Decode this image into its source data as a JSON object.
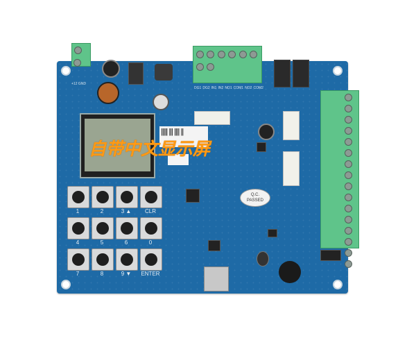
{
  "image": {
    "description": "Product photo of a blue controller PCB with LCD, 4x3 keypad, green screw terminals and relays",
    "background": "#ffffff",
    "pcb_color": "#1e6aa6"
  },
  "overlay_text": "自带中文显示屏",
  "keypad": {
    "keys": [
      {
        "label": "1"
      },
      {
        "label": "2"
      },
      {
        "label": "3 ▲"
      },
      {
        "label": "CLR"
      },
      {
        "label": "4"
      },
      {
        "label": "5"
      },
      {
        "label": "6"
      },
      {
        "label": "0"
      },
      {
        "label": "7"
      },
      {
        "label": "8"
      },
      {
        "label": "9 ▼"
      },
      {
        "label": "ENTER"
      }
    ]
  },
  "top_terminal_labels": [
    "DG1",
    "DG2",
    "IN1",
    "IN2",
    "NO1",
    "COM1",
    "NO2",
    "COM2"
  ],
  "left_terminal_label": "+12 GND",
  "qc_sticker": {
    "line1": "Q.C.",
    "line2": "PASSED"
  },
  "barcode_label": "||||| ||| |||| ||",
  "colors": {
    "overlay": "#ff9a14",
    "terminal_green": "#5fc48a",
    "silkscreen": "#d7e4ee"
  }
}
